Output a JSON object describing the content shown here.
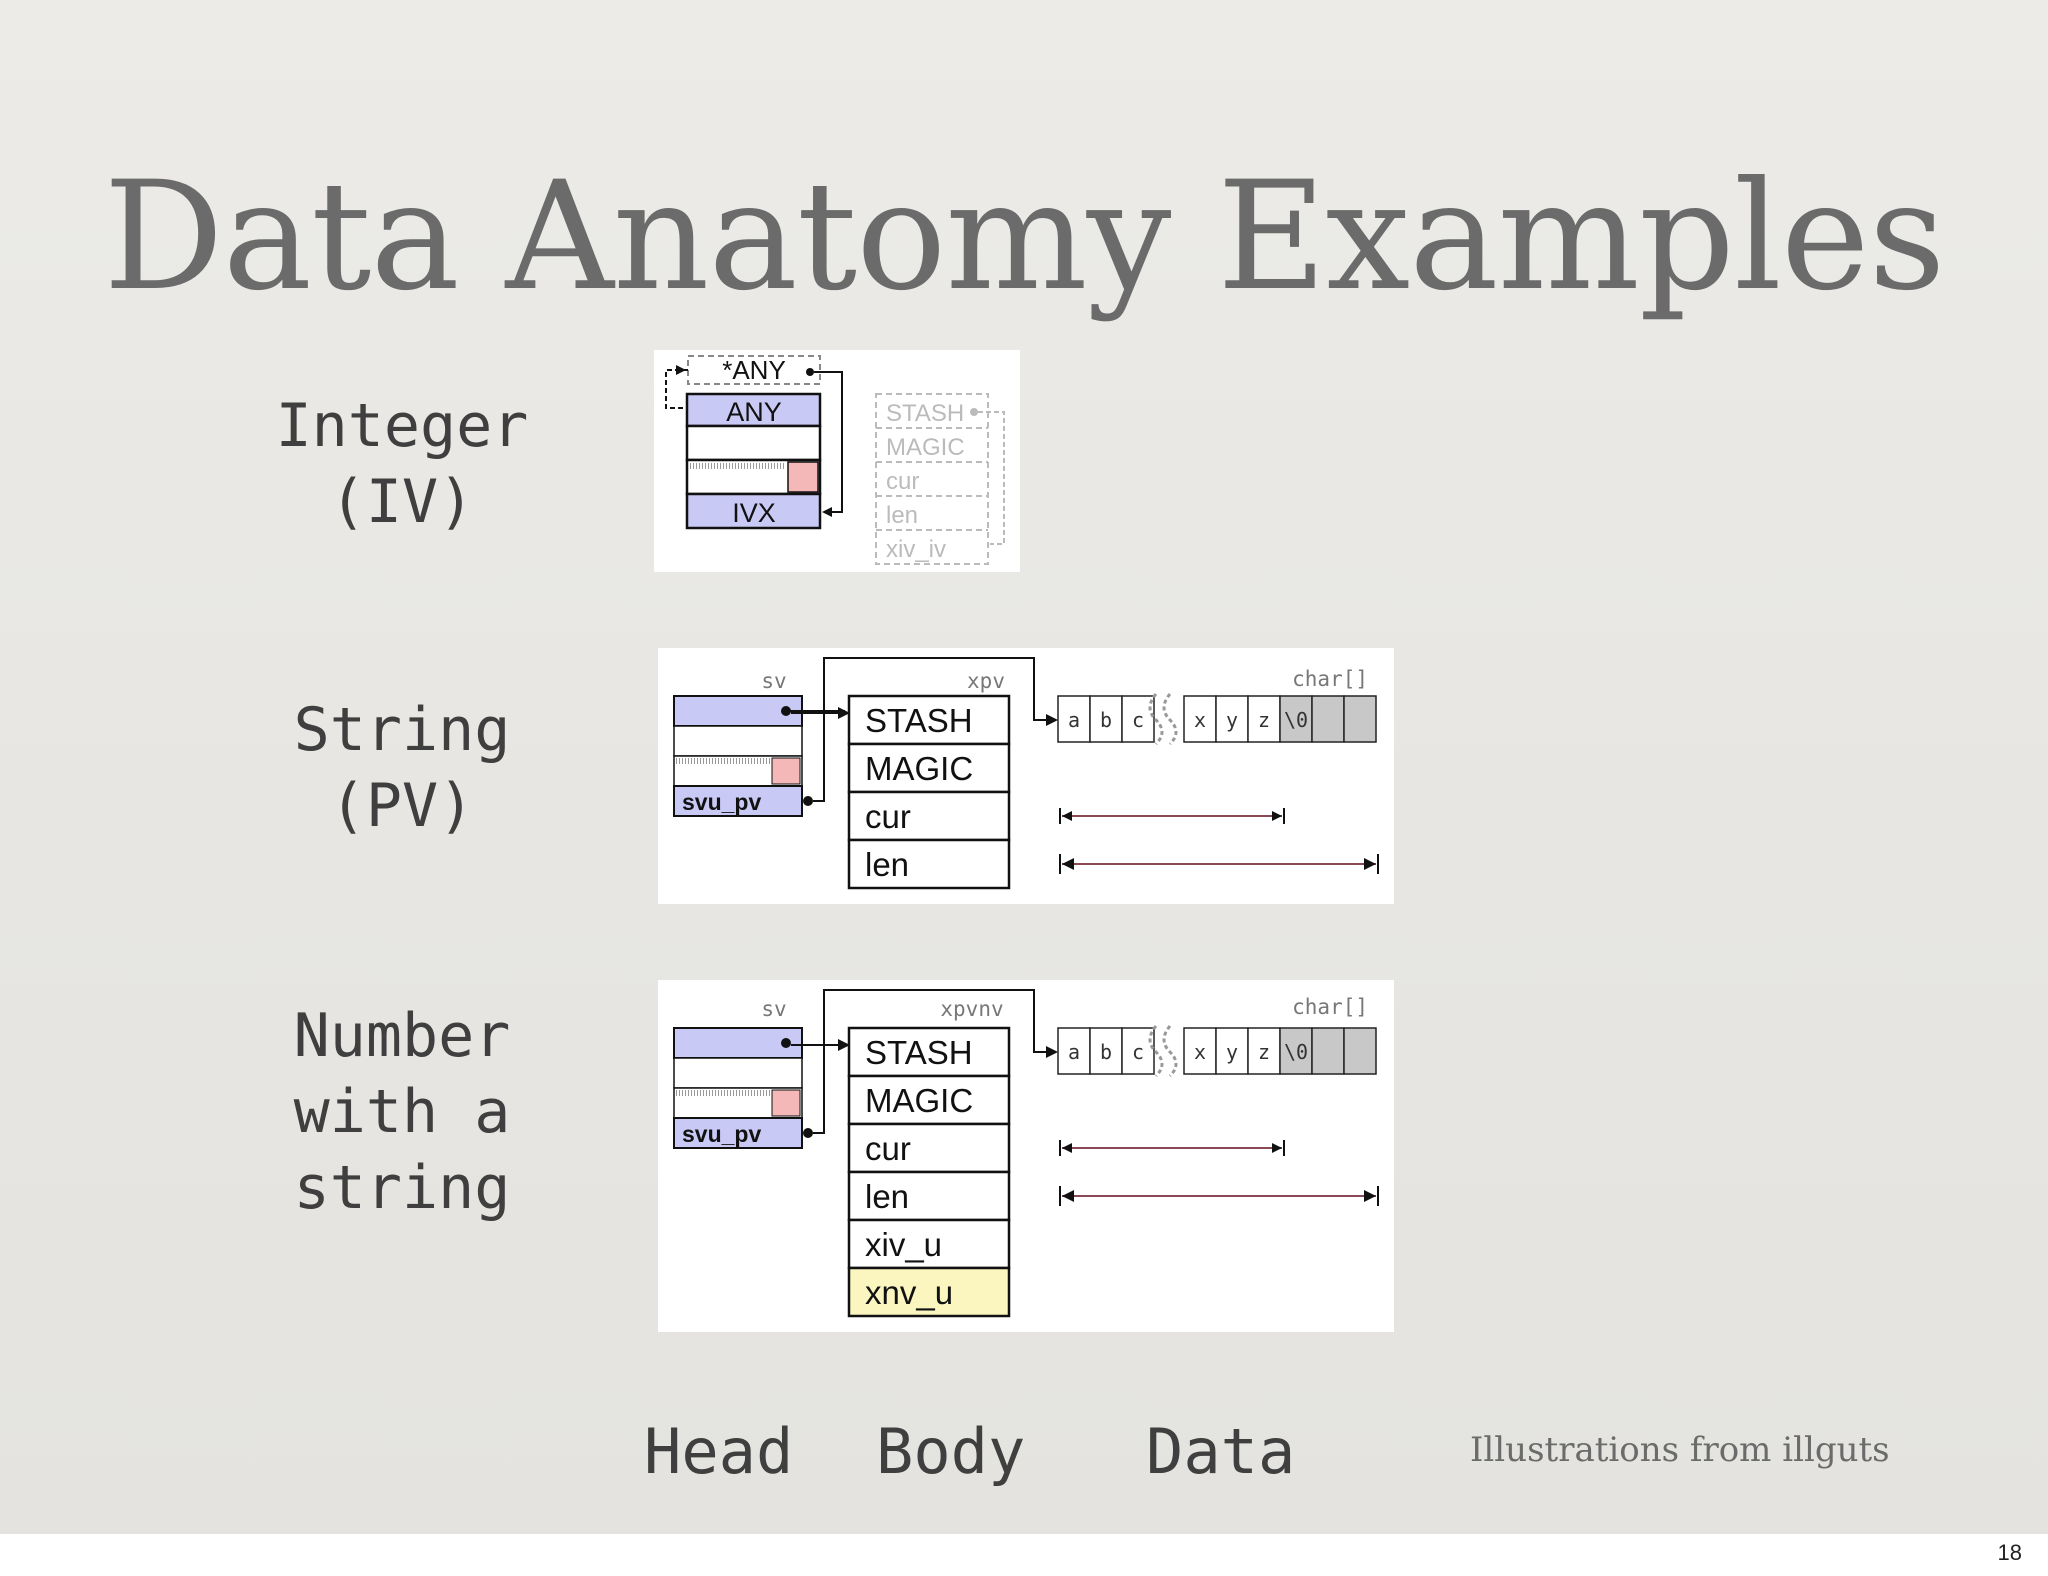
{
  "title": "Data Anatomy Examples",
  "rows": [
    {
      "label_line1": "Integer",
      "label_line2": "(IV)"
    },
    {
      "label_line1": "String",
      "label_line2": "(PV)"
    },
    {
      "label_line1": "Number",
      "label_line2": "with a",
      "label_line3": "string"
    }
  ],
  "iv_diagram": {
    "head_top": "*ANY",
    "head_ptr": "ANY",
    "head_ivx": "IVX",
    "ghost_fields": [
      "STASH",
      "MAGIC",
      "cur",
      "len",
      "xiv_iv"
    ]
  },
  "pv_diagram": {
    "head_label": "sv",
    "body_label": "xpv",
    "data_label": "char[]",
    "head_field": "svu_pv",
    "body_fields": [
      "STASH",
      "MAGIC",
      "cur",
      "len"
    ],
    "chars": [
      "a",
      "b",
      "c",
      "x",
      "y",
      "z",
      "\\0"
    ]
  },
  "pvnv_diagram": {
    "head_label": "sv",
    "body_label": "xpvnv",
    "data_label": "char[]",
    "head_field": "svu_pv",
    "body_fields": [
      "STASH",
      "MAGIC",
      "cur",
      "len",
      "xiv_u",
      "xnv_u"
    ],
    "chars": [
      "a",
      "b",
      "c",
      "x",
      "y",
      "z",
      "\\0"
    ]
  },
  "columns": {
    "head": "Head",
    "body": "Body",
    "data": "Data"
  },
  "credit": "Illustrations from illguts",
  "page_number": "18",
  "colors": {
    "ptr_fill": "#c9c9f5",
    "flag_fill": "#f4b8b8",
    "xnv_fill": "#fbf6bf",
    "null_fill": "#c8c8c8",
    "arrow_span": "#8a4a55"
  }
}
